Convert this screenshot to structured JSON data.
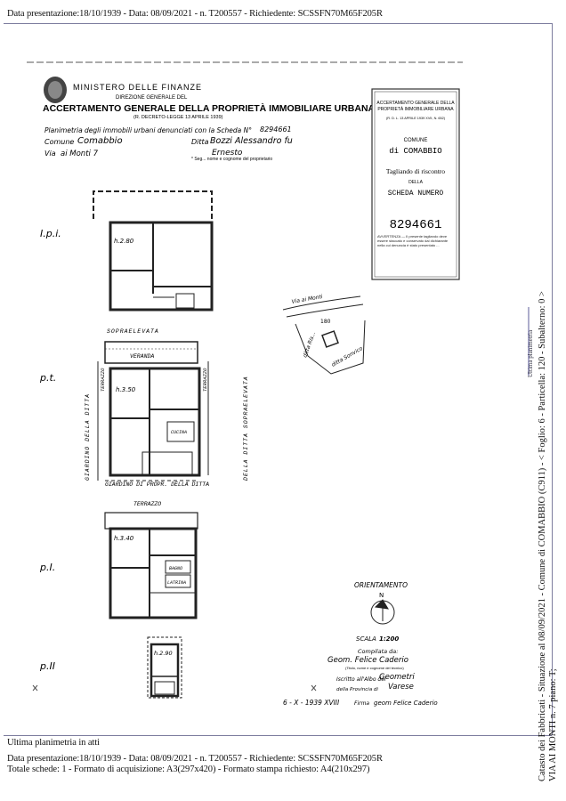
{
  "header": {
    "top_line": "Data presentazione:18/10/1939 - Data: 08/09/2021 - n. T200557 - Richiedente: SCSSFN70M65F205R"
  },
  "form": {
    "ministry": "MINISTERO DELLE FINANZE",
    "ministry_sub": "DIREZIONE GENERALE DEL",
    "title": "ACCERTAMENTO GENERALE DELLA PROPRIETÀ IMMOBILIARE URBANA",
    "law": "(R. DECRETO-LEGGE 13 APRILE 1939)",
    "plan_line": "Planimetria degli immobili urbani denunciati con la Scheda N°",
    "scheda_num": "8294661",
    "comune_label": "Comune",
    "comune_value": "Comabbio",
    "ditta_label": "Ditta",
    "ditta_value": "Bozzi Alessandro fu",
    "ditta_value2": "Ernesto",
    "via_label": "Via",
    "via_value": "ai Monti 7",
    "note": "* Seg... nome e cognome del proprietario"
  },
  "stamp": {
    "line1": "ACCERTAMENTO GENERALE DELLA",
    "line2": "PROPRIETÀ IMMOBILIARE URBANA",
    "line3": "(R. D. L. 13 APRILE 1939 XVII, N. 652)",
    "comune_label": "COMUNE",
    "comune_value": "di COMABBIO",
    "tagliando": "Tagliando di riscontro",
    "della": "DELLA",
    "scheda": "SCHEDA NUMERO",
    "number": "8294661",
    "fine_print": "AVVERTENZA — Il presente tagliando deve essere staccato e conservato dal dichiarante nella cui denuncia è stato presentato ..."
  },
  "floors": {
    "ipi": "I.p.i.",
    "pt": "p.t.",
    "pI": "p.I.",
    "pII": "p.II"
  },
  "labels": {
    "h280": "h.2.80",
    "h350": "h.3.50",
    "h340": "h.3.40",
    "h290": "h.2.90",
    "veranda": "VERANDA",
    "terrazzo": "TERRAZZO",
    "cucina": "CUCINA",
    "bagno": "BAGNO",
    "latrina": "LATRINA",
    "sopraelevata": "SOPRAELEVATA",
    "giardino_ditta": "GIARDINO DELLA DITTA",
    "giardino_prop": "GIARDINO DI PROPR. DELLA DITTA",
    "sopraelevata_ditta": "DELLA DITTA SOPRAELEVATA"
  },
  "map": {
    "via": "Via ai Monti",
    "num": "180",
    "ditta_sonvico": "ditta Sonvico",
    "ditta_ris": "ditta Ris..."
  },
  "orient": {
    "title": "ORIENTAMENTO",
    "n": "N",
    "scale_label": "SCALA",
    "scale_value": "1:200"
  },
  "signature": {
    "compilata_da": "Compilata da:",
    "name": "Geom. Felice Caderio",
    "name_hint": "(Titolo, nome e cognome del tecnico)",
    "iscritto": "Iscritto all'Albo dei",
    "albo": "Geometri",
    "provincia_label": "della Provincia di",
    "provincia": "Varese",
    "date": "6 - X - 1939 XVIII",
    "firma_label": "Firma",
    "firma": "geom Felice Caderio"
  },
  "side_text": {
    "margin_mark": "Ultima planimetria",
    "line1": "Catasto dei Fabbricati - Situazione al 08/09/2021 - Comune di COMABBIO (C911) - < Foglio: 6 - Particella: 120 - Subalterno: 0 >",
    "line2": "VIA AI MONTI n. 7 piano: T;"
  },
  "footer": {
    "ultima": "Ultima planimetria in atti",
    "line1": "Data presentazione:18/10/1939 - Data: 08/09/2021 - n. T200557 - Richiedente: SCSSFN70M65F205R",
    "line2": "Totale schede: 1 - Formato di acquisizione: A3(297x420)  - Formato stampa richiesto: A4(210x297)"
  }
}
